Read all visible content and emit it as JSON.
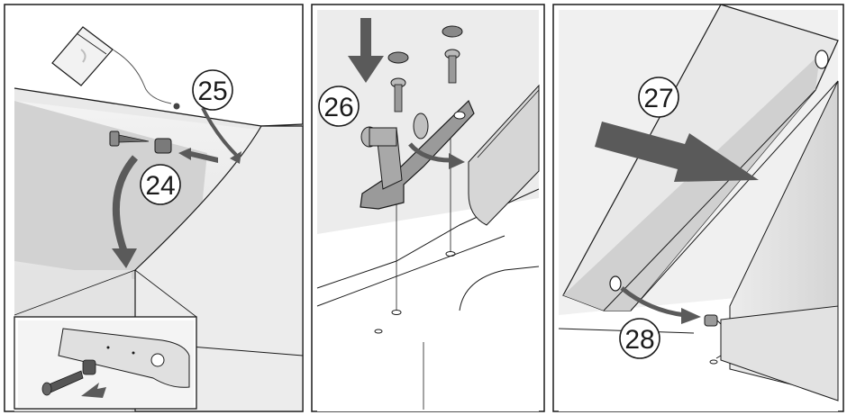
{
  "steps": {
    "step_24": "24",
    "step_25": "25",
    "step_26": "26",
    "step_27": "27",
    "step_28": "28"
  },
  "colors": {
    "panel_bg": "#f2f2f2",
    "light_surface": "#e6e6e6",
    "mid_surface": "#cfcfcf",
    "dark_arrow": "#5a5a5a",
    "outline": "#1a1a1a"
  }
}
